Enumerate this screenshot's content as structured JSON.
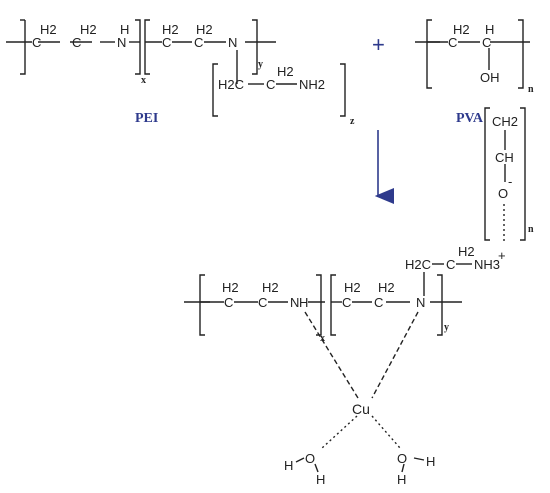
{
  "colors": {
    "ink": "#222222",
    "accent": "#2e3a8c"
  },
  "reactants": {
    "pei": {
      "label": "PEI",
      "backbone_unit1": {
        "c1": "C",
        "c1_h": "H2",
        "c2": "C",
        "c2_h": "H2",
        "n": "N",
        "n_h": "H",
        "subscript": "x"
      },
      "backbone_unit2": {
        "c1": "C",
        "c1_h": "H2",
        "c2": "C",
        "c2_h": "H2",
        "n": "N",
        "subscript": "y"
      },
      "branch": {
        "c1": "H2C",
        "c2": "C",
        "c2_h": "H2",
        "nh2": "NH2",
        "subscript": "z"
      }
    },
    "plus": "+",
    "pva": {
      "label": "PVA",
      "c1": "C",
      "c1_h": "H2",
      "c2": "C",
      "c2_h": "H",
      "oh": "OH",
      "subscript": "n"
    }
  },
  "product": {
    "pva_chain": {
      "ch2": "CH2",
      "ch": "CH",
      "o": "O",
      "charge": "-",
      "subscript": "n"
    },
    "pendant": {
      "c1": "H2C",
      "c2": "C",
      "c2_h": "H2",
      "nh3": "NH3",
      "charge": "+"
    },
    "backbone_unit1": {
      "c1": "C",
      "c1_h": "H2",
      "c2": "C",
      "c2_h": "H2",
      "n": "N",
      "n_h": "H",
      "subscript": "x"
    },
    "backbone_unit2": {
      "c1": "C",
      "c1_h": "H2",
      "c2": "C",
      "c2_h": "H2",
      "n": "N",
      "subscript": "y"
    },
    "metal": "Cu",
    "water_left": {
      "h1": "H",
      "o": "O",
      "h2": "H"
    },
    "water_right": {
      "o": "O",
      "h1": "H",
      "h2": "H"
    }
  }
}
